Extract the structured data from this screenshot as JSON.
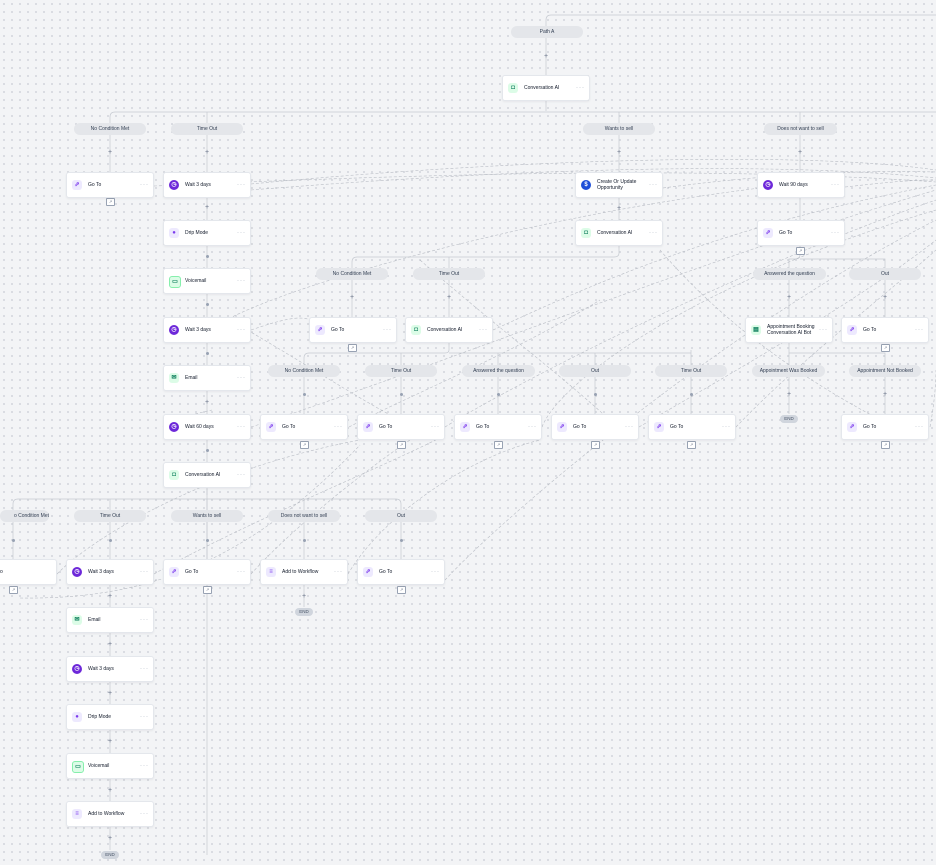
{
  "colors": {
    "canvas": "#f3f4f6",
    "wire": "#c5c9d0",
    "accent": "#6d28d9",
    "ai_green": "#047857"
  },
  "pills": {
    "path_a": "Path A",
    "r1_no_condition": "No Condition Met",
    "r1_timeout": "Time Out",
    "r1_wants": "Wants to sell",
    "r1_not_want": "Does not want to sell",
    "r2_no_condition": "No Condition Met",
    "r2_timeout": "Time Out",
    "r2_answered": "Answered the question",
    "r2_out": "Out",
    "r3_no_condition": "No Condition Met",
    "r3_timeout": "Time Out",
    "r3_answered": "Answered the question",
    "r3_out": "Out",
    "r3_timeout2": "Time Out",
    "r3_appt_booked": "Appointment Was Booked",
    "r3_appt_not_booked": "Appointment Not Booked",
    "r4_no_condition": "o Condition Met",
    "r4_timeout": "Time Out",
    "r4_wants": "Wants to sell",
    "r4_not_want": "Does not want to sell",
    "r4_out": "Out"
  },
  "nodes": {
    "conversation_ai_top": {
      "label": "Conversation AI",
      "icon": "ai-bot-icon"
    },
    "goto_a": {
      "label": "Go To",
      "icon": "goto-icon"
    },
    "wait_a": {
      "label": "Wait 3 days",
      "icon": "clock-icon"
    },
    "drip_a": {
      "label": "Drip Mode",
      "icon": "drip-icon"
    },
    "voicemail_a": {
      "label": "Voicemail",
      "icon": "voicemail-icon"
    },
    "wait_b": {
      "label": "Wait 3 days",
      "icon": "clock-icon"
    },
    "email_a": {
      "label": "Email",
      "icon": "email-icon"
    },
    "wait_c": {
      "label": "Wait 60 days",
      "icon": "clock-icon"
    },
    "conversation_ai_mid": {
      "label": "Conversation AI",
      "icon": "ai-bot-icon"
    },
    "create_opp": {
      "label": "Create Or Update Opportunity",
      "icon": "opportunity-icon"
    },
    "conversation_ai_right": {
      "label": "Conversation AI",
      "icon": "ai-bot-icon"
    },
    "wait_90": {
      "label": "Wait 90 days",
      "icon": "clock-icon"
    },
    "goto_b": {
      "label": "Go To",
      "icon": "goto-icon"
    },
    "goto_c": {
      "label": "Go To",
      "icon": "goto-icon"
    },
    "conversation_ai_c": {
      "label": "Conversation AI",
      "icon": "ai-bot-icon"
    },
    "appt_bot": {
      "label": "Appointment Booking Conversation AI Bot",
      "icon": "calendar-icon"
    },
    "goto_d": {
      "label": "Go To",
      "icon": "goto-icon"
    },
    "goto_r3_1": {
      "label": "Go To",
      "icon": "goto-icon"
    },
    "goto_r3_2": {
      "label": "Go To",
      "icon": "goto-icon"
    },
    "goto_r3_3": {
      "label": "Go To",
      "icon": "goto-icon"
    },
    "goto_r3_4": {
      "label": "Go To",
      "icon": "goto-icon"
    },
    "goto_r3_5": {
      "label": "Go To",
      "icon": "goto-icon"
    },
    "goto_r3_6": {
      "label": "Go To",
      "icon": "goto-icon"
    },
    "goto_r4_0": {
      "label": "o",
      "icon": "goto-icon"
    },
    "wait_r4": {
      "label": "Wait 3 days",
      "icon": "clock-icon"
    },
    "goto_r4_1": {
      "label": "Go To",
      "icon": "goto-icon"
    },
    "add_workflow_r4": {
      "label": "Add to Workflow",
      "icon": "workflow-icon"
    },
    "goto_r4_2": {
      "label": "Go To",
      "icon": "goto-icon"
    },
    "email_b": {
      "label": "Email",
      "icon": "email-icon"
    },
    "wait_d": {
      "label": "Wait 3 days",
      "icon": "clock-icon"
    },
    "drip_b": {
      "label": "Drip Mode",
      "icon": "drip-icon"
    },
    "voicemail_b": {
      "label": "Voicemail",
      "icon": "voicemail-icon"
    },
    "add_workflow_b": {
      "label": "Add to Workflow",
      "icon": "workflow-icon"
    }
  },
  "end_label": "END",
  "node_menu": "···"
}
